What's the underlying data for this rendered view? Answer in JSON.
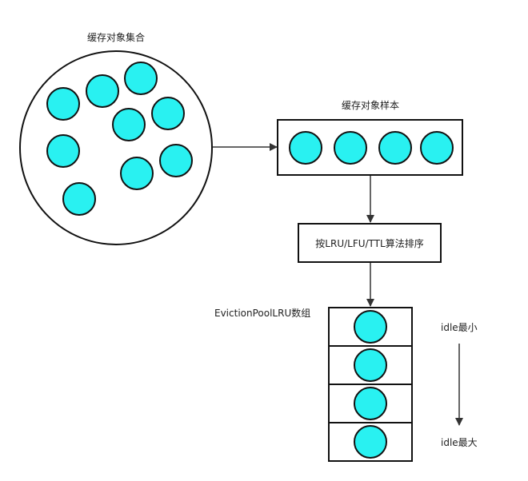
{
  "labels": {
    "set_title": "缓存对象集合",
    "sample_title": "缓存对象样本",
    "sort_box": "按LRU/LFU/TTL算法排序",
    "pool_title": "EvictionPoolLRU数组",
    "idle_min": "idle最小",
    "idle_max": "idle最大"
  },
  "colors": {
    "object_fill": "#29F1F1",
    "stroke": "#111111",
    "arrow": "#333333"
  }
}
